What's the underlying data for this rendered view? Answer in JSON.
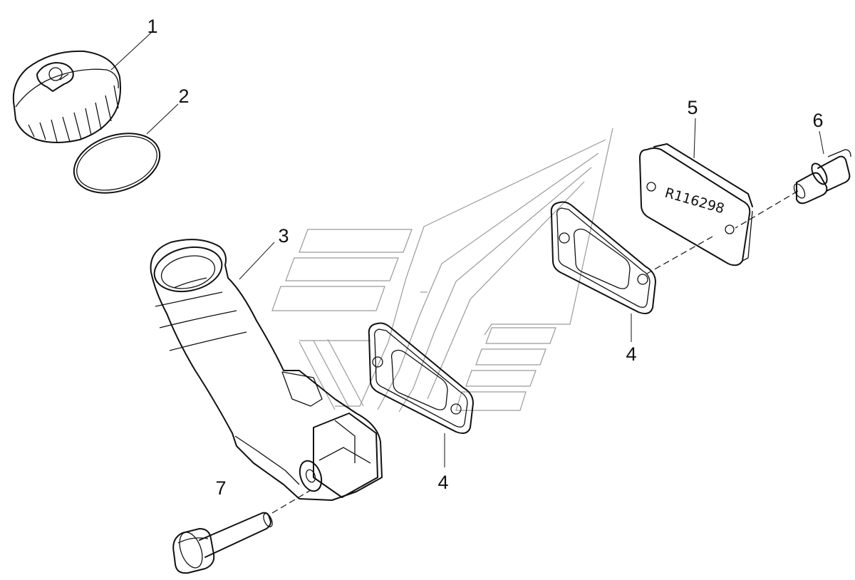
{
  "diagram": {
    "callouts": [
      {
        "id": "1",
        "label": "1"
      },
      {
        "id": "2",
        "label": "2"
      },
      {
        "id": "3",
        "label": "3"
      },
      {
        "id": "4a",
        "label": "4"
      },
      {
        "id": "4b",
        "label": "4"
      },
      {
        "id": "5",
        "label": "5"
      },
      {
        "id": "6",
        "label": "6"
      },
      {
        "id": "7",
        "label": "7"
      }
    ],
    "cover_plate_marking": "R116298",
    "line_color": "#111111",
    "watermark_color": "#9a9a9a"
  }
}
